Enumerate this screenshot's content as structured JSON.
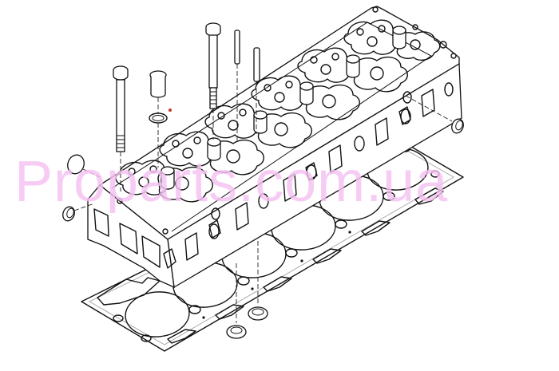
{
  "diagram": {
    "type": "exploded-parts-drawing",
    "subject": "cylinder head assembly",
    "parts": [
      {
        "id": "cylinder-head",
        "label": "Cylinder head"
      },
      {
        "id": "head-gasket",
        "label": "Cylinder head gasket"
      },
      {
        "id": "head-bolt-long",
        "label": "Long head bolt"
      },
      {
        "id": "head-bolt-short",
        "label": "Short head bolt"
      },
      {
        "id": "injector-sleeve",
        "label": "Injector sleeve"
      },
      {
        "id": "o-ring",
        "label": "O-ring"
      },
      {
        "id": "dowel-pin-1",
        "label": "Pin"
      },
      {
        "id": "dowel-pin-2",
        "label": "Pin"
      },
      {
        "id": "plug-left-upper",
        "label": "Plug"
      },
      {
        "id": "plug-left-lower",
        "label": "Plug"
      },
      {
        "id": "plug-right",
        "label": "Plug"
      },
      {
        "id": "seal-ring-1",
        "label": "Seal ring"
      },
      {
        "id": "seal-ring-2",
        "label": "Seal ring"
      }
    ],
    "cylinders": 6
  },
  "watermark": {
    "text": "Proparts.com.ua",
    "color": "#F5C2F2"
  },
  "colors": {
    "line": "#111111",
    "background": "#ffffff",
    "marker_dot": "#c0392b"
  }
}
